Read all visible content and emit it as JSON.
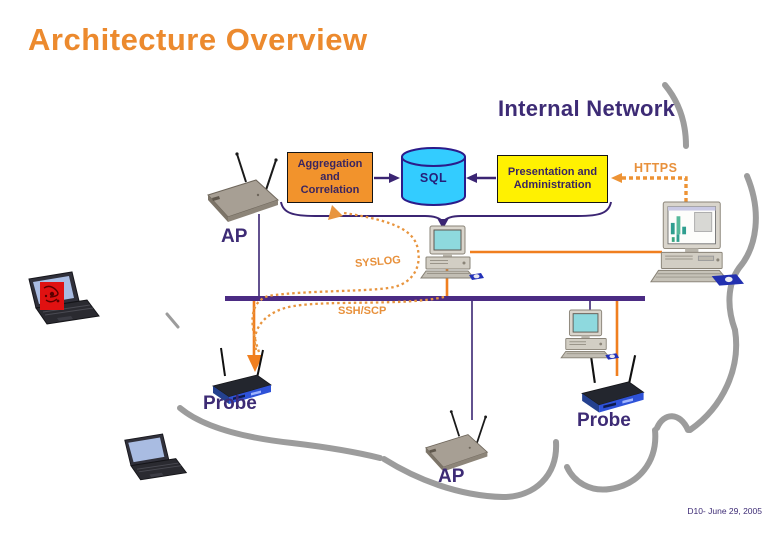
{
  "slide": {
    "title": "Architecture Overview",
    "region_label": "Internal Network",
    "footer": "D10- June 29, 2005"
  },
  "boxes": {
    "aggregation": {
      "label": "Aggregation and Correlation"
    },
    "database": {
      "label": "SQL"
    },
    "presentation": {
      "label": "Presentation and Administration"
    }
  },
  "device_labels": {
    "ap_left": "AP",
    "probe_left": "Probe",
    "ap_bottom": "AP",
    "probe_right": "Probe"
  },
  "protocol_labels": {
    "https": "HTTPS",
    "syslog": "SYSLOG",
    "ssh_scp": "SSH/SCP"
  },
  "colors": {
    "title_orange": "#EC8A2E",
    "heading_purple": "#3D2B75",
    "box_orange": "#F2932C",
    "box_yellow": "#FFF101",
    "db_cyan": "#33CCFF",
    "line_purple": "#3B2573",
    "backbone_purple": "#4B2B83",
    "line_orange": "#F07F1F",
    "dotted_orange": "#E8953F",
    "cloud_gray": "#9C9C9C"
  }
}
